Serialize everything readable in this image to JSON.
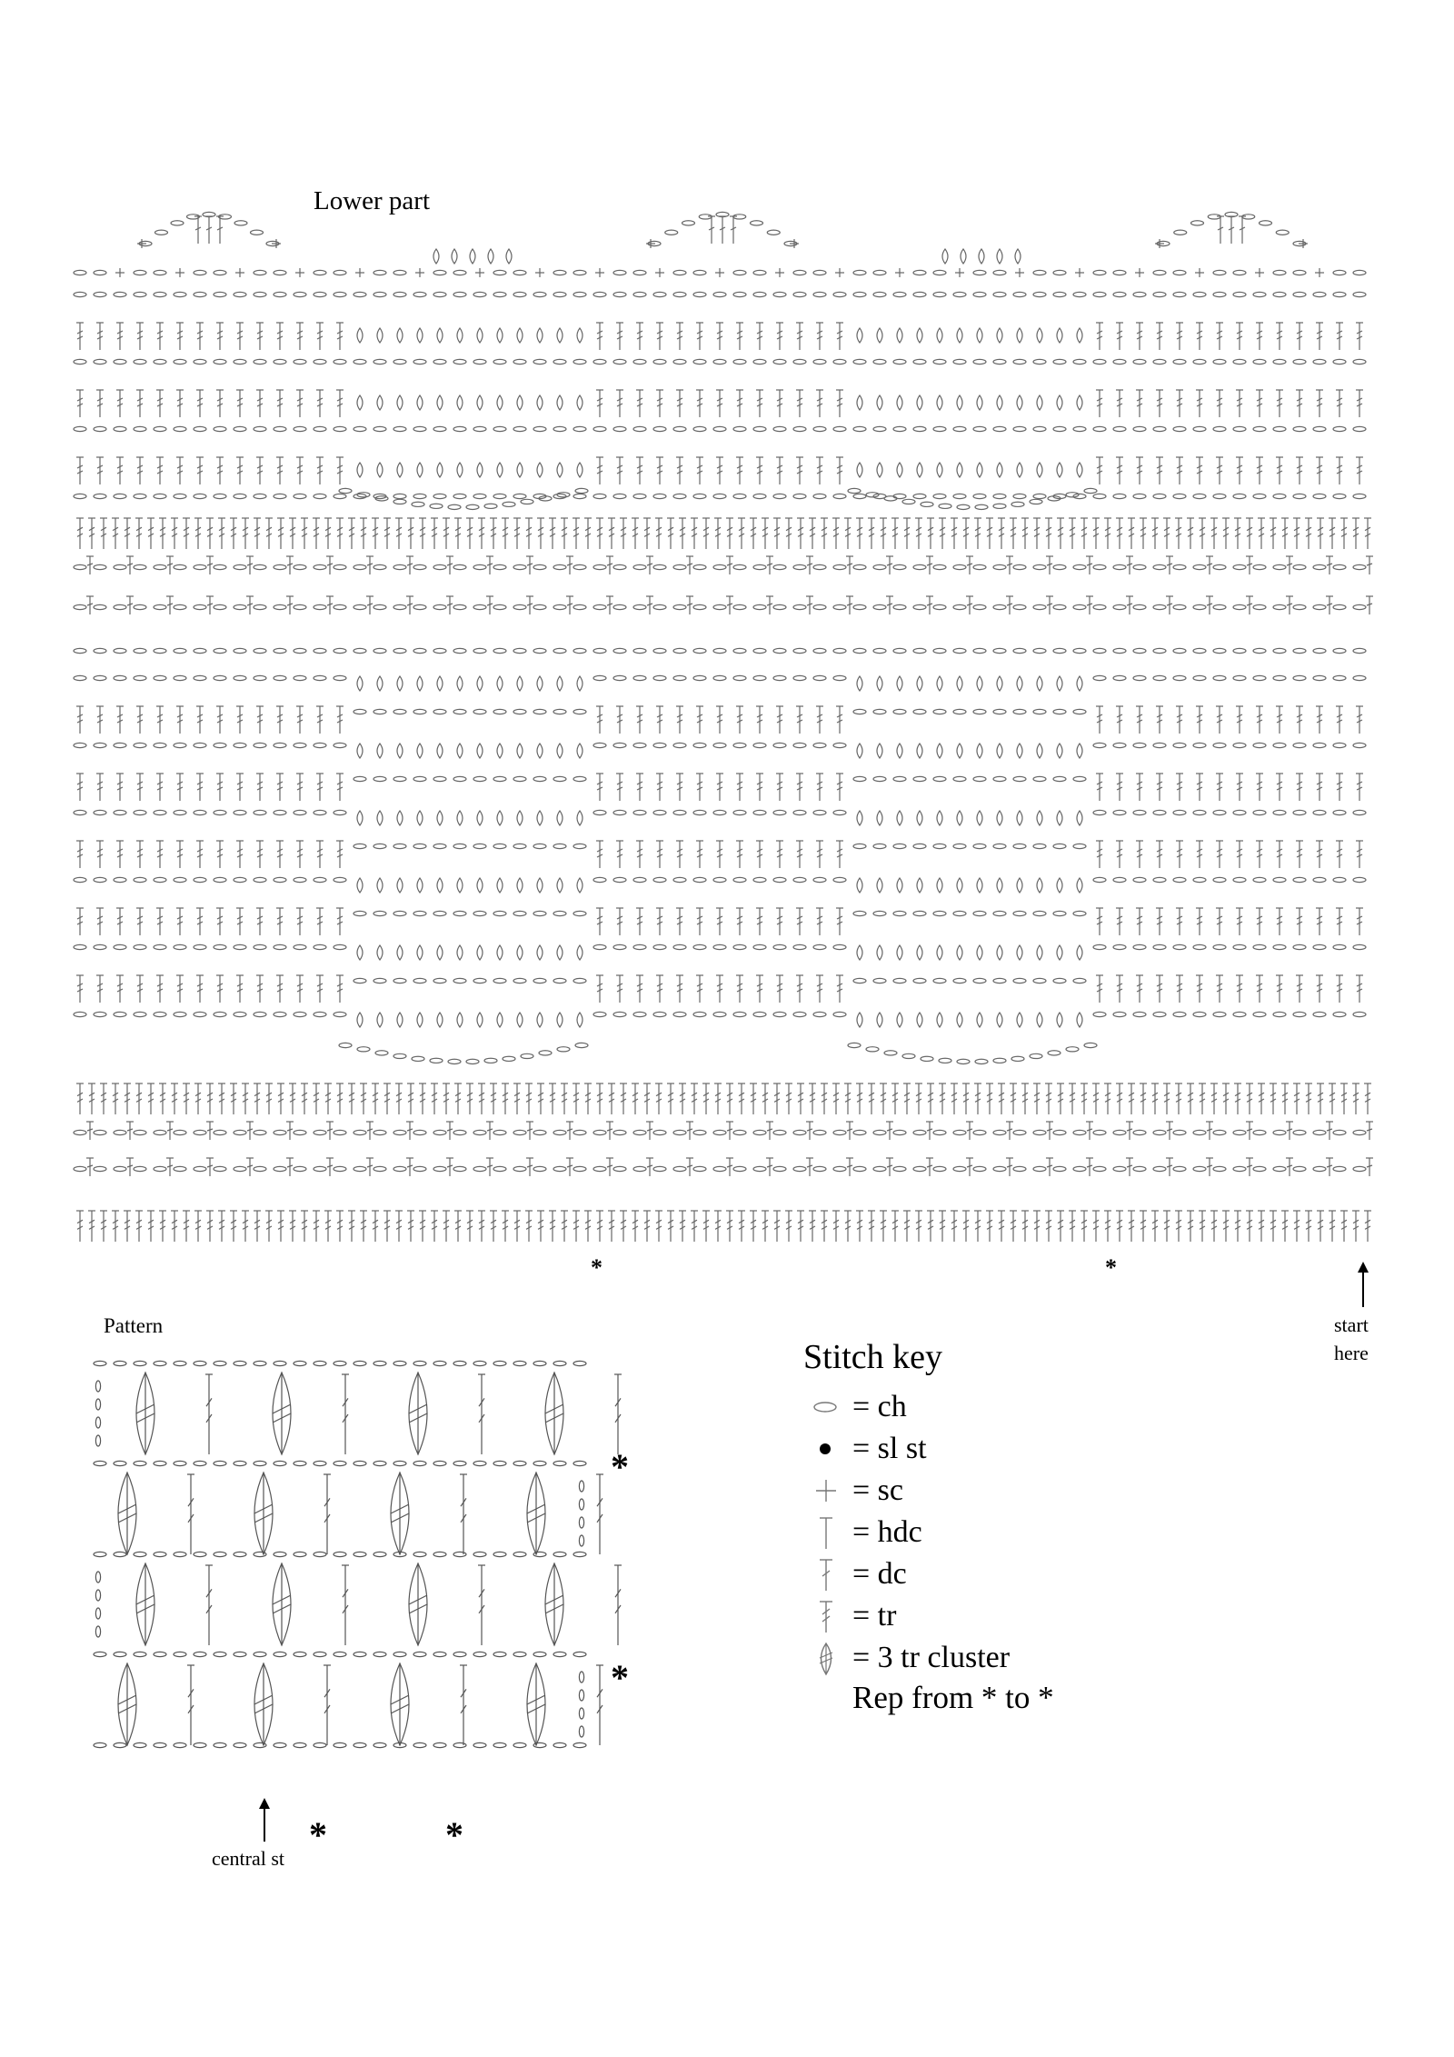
{
  "diagram": {
    "title": "Lower part",
    "pattern_title": "Pattern",
    "rep_marker": "*",
    "start_label_1": "start",
    "start_label_2": "here",
    "central_label": "central st",
    "stitch_key": {
      "title": "Stitch key",
      "items": [
        {
          "icon": "chain-oval-icon",
          "label": "= ch"
        },
        {
          "icon": "slip-stitch-dot-icon",
          "label": "= sl st"
        },
        {
          "icon": "single-crochet-cross-icon",
          "label": "= sc"
        },
        {
          "icon": "half-double-crochet-icon",
          "label": "= hdc"
        },
        {
          "icon": "double-crochet-icon",
          "label": "= dc"
        },
        {
          "icon": "treble-crochet-icon",
          "label": "= tr"
        },
        {
          "icon": "three-tr-cluster-icon",
          "label": "= 3 tr cluster"
        }
      ],
      "repeat_note": "Rep from * to *"
    }
  }
}
